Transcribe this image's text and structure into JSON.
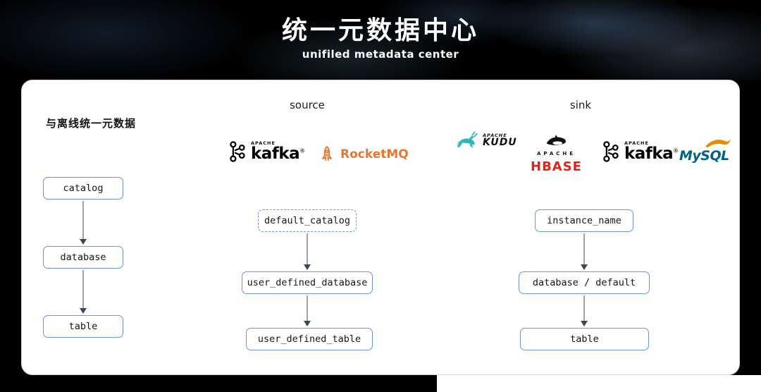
{
  "header": {
    "title": "统一元数据中心",
    "subtitle": "unifiled metadata center"
  },
  "panel": {
    "offline_label": "与离线统一元数据",
    "source_label": "source",
    "sink_label": "sink",
    "logos": {
      "kafka1": {
        "prefix": "APACHE",
        "label": "kafka",
        "mark": "®"
      },
      "rocketmq": {
        "label": "RocketMQ"
      },
      "kudu": {
        "prefix": "APACHE",
        "label": "KUDU"
      },
      "hbase": {
        "prefix": "APACHE",
        "label": "HBASE"
      },
      "kafka2": {
        "prefix": "APACHE",
        "label": "kafka",
        "mark": "®"
      },
      "mysql": {
        "label": "MySQL"
      }
    },
    "flows": {
      "offline": {
        "nodes": [
          "catalog",
          "database",
          "table"
        ]
      },
      "source": {
        "nodes": [
          "default_catalog",
          "user_defined_database",
          "user_defined_table"
        ]
      },
      "sink": {
        "nodes": [
          "instance_name",
          "database / default",
          "table"
        ]
      }
    }
  },
  "colors": {
    "node_border": "#6b93e0",
    "arrow": "#3d4757",
    "rocketmq_orange": "#e8762d",
    "hbase_red": "#e2231a",
    "mysql_blue": "#00618a",
    "kudu_teal": "#2fb8b3"
  }
}
